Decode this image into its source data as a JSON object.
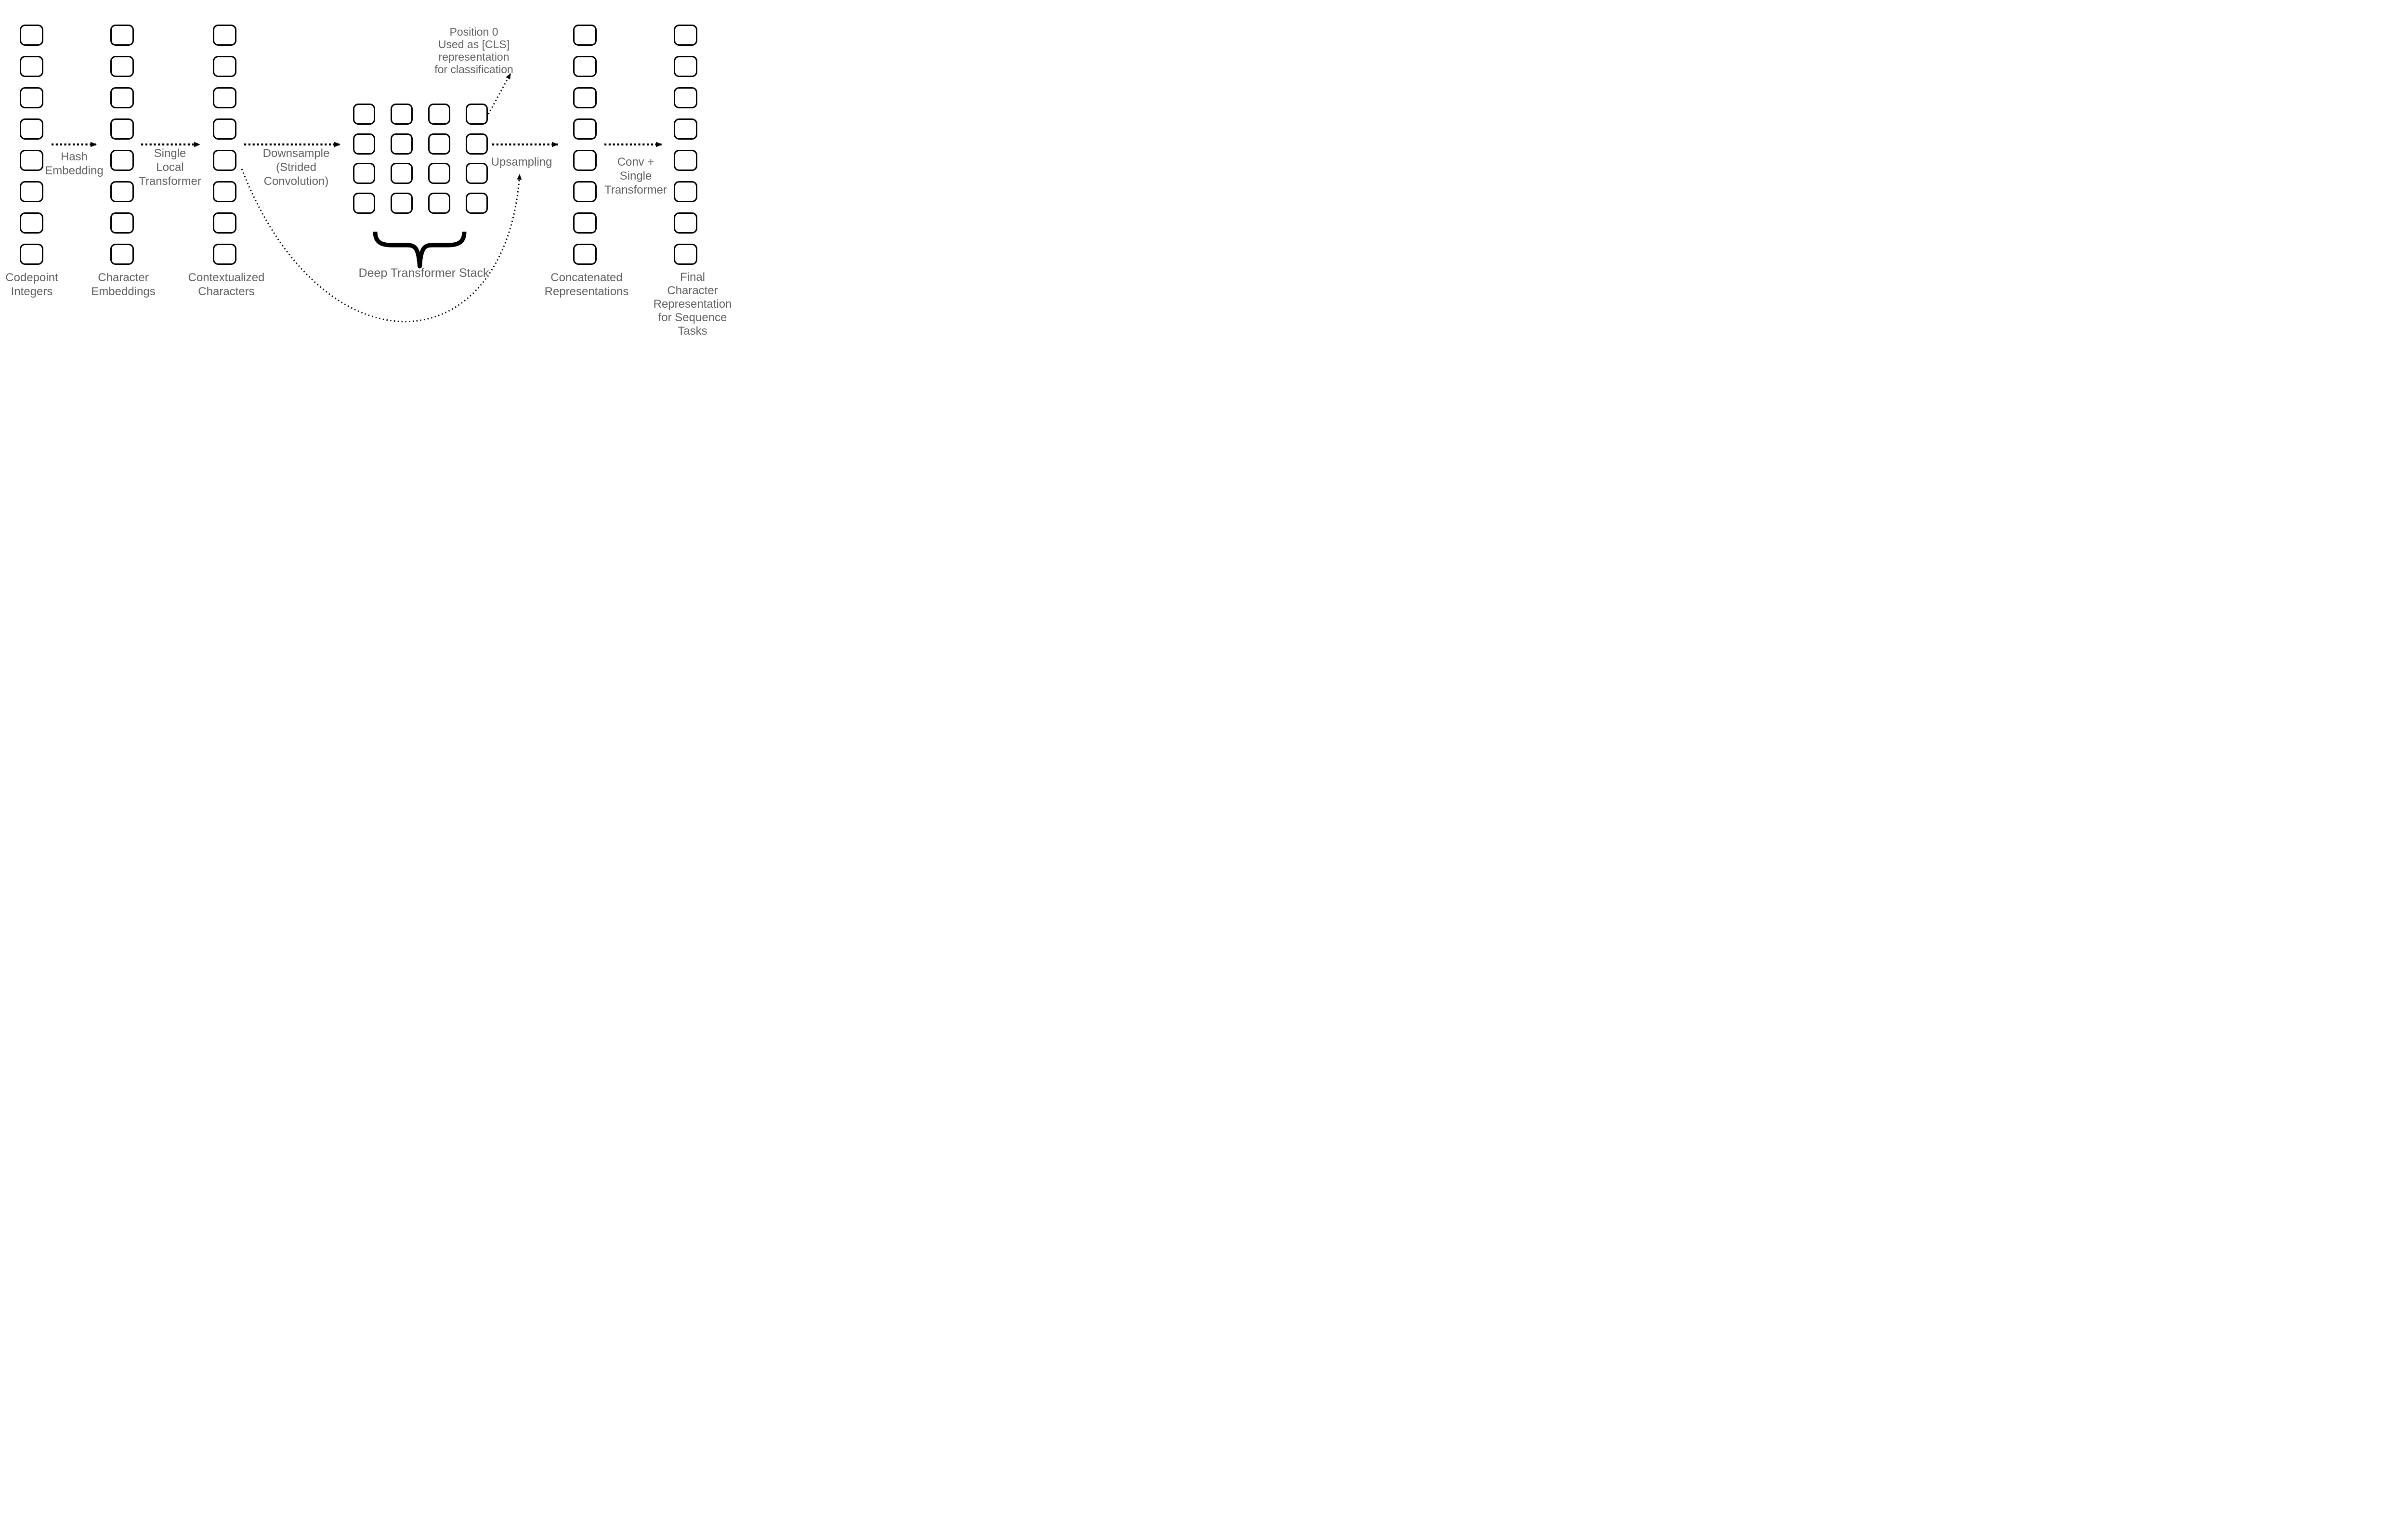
{
  "diagram": {
    "columns": [
      {
        "key": "codepoint-integers",
        "label": "Codepoint\nIntegers",
        "squares": 8
      },
      {
        "key": "character-embeddings",
        "label": "Character\nEmbeddings",
        "squares": 8
      },
      {
        "key": "contextualized-characters",
        "label": "Contextualized\nCharacters",
        "squares": 8
      },
      {
        "key": "concatenated-representations",
        "label": "Concatenated\nRepresentations",
        "squares": 8
      },
      {
        "key": "final-character-representation",
        "label": "Final\nCharacter\nRepresentation\nfor Sequence Tasks",
        "squares": 8
      }
    ],
    "grid": {
      "rows": 4,
      "cols": 4,
      "label": "Deep Transformer Stack"
    },
    "annotations": {
      "hash_embedding": "Hash\nEmbedding",
      "single_local_transformer": "Single\nLocal\nTransformer",
      "downsample": "Downsample\n(Strided\nConvolution)",
      "cls_note": "Position 0\nUsed as [CLS]\nrepresentation\nfor classification",
      "upsampling": "Upsampling",
      "conv_single_transformer": "Conv +\nSingle\nTransformer"
    },
    "colors": {
      "text": "#616161",
      "shape": "#000000",
      "background": "#ffffff"
    }
  }
}
